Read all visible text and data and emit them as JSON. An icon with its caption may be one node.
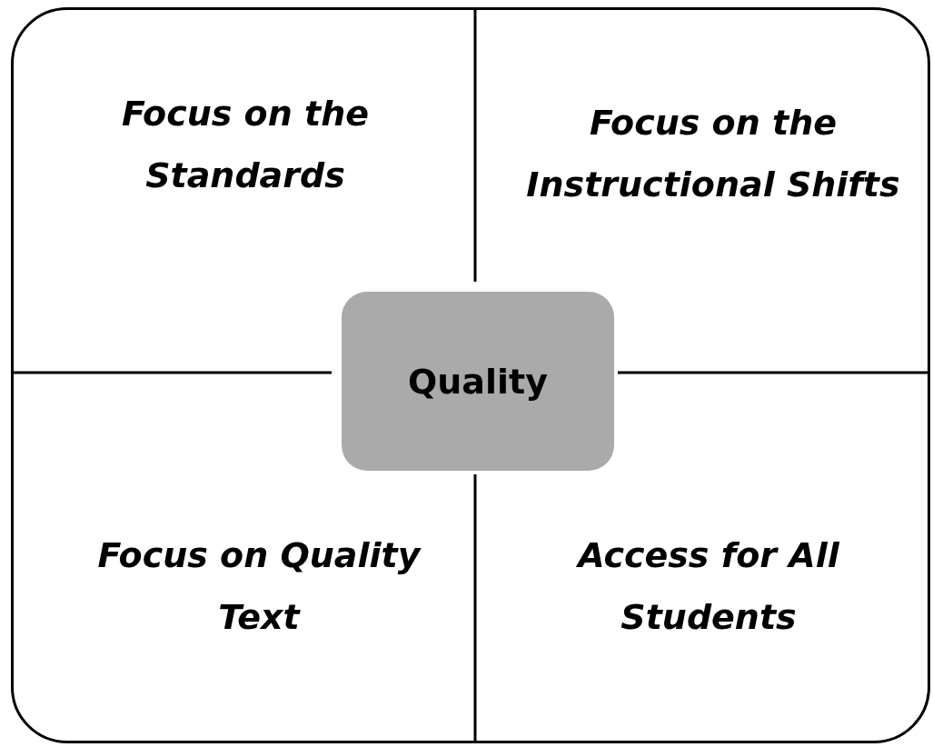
{
  "diagram": {
    "nodes": [
      {
        "text": [],
        "shape": "box"
      },
      {
        "text": [
          "Focus on the Standards"
        ],
        "in": 0
      },
      {
        "text": [
          "Focus on the Instructional Shifts"
        ],
        "in": 0
      },
      {
        "text": [
          "Quality"
        ],
        "in": 0
      },
      {
        "text": [
          "Focus on Quality Text"
        ],
        "in": 0
      },
      {
        "text": [
          "Access for All Students"
        ],
        "in": 0
      }
    ]
  }
}
